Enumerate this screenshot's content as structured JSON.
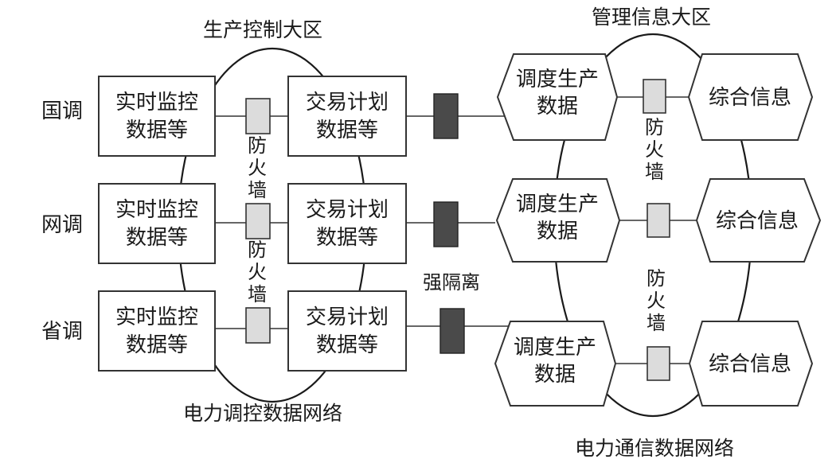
{
  "diagram": {
    "zones": {
      "production": "生产控制大区",
      "management": "管理信息大区"
    },
    "networks": {
      "dispatch": "电力调控数据网络",
      "communication": "电力通信数据网络"
    },
    "isolation_label": "强隔离",
    "firewall_label": [
      "防",
      "火",
      "墙"
    ],
    "rows": [
      {
        "level": "国调",
        "monitor": [
          "实时监控",
          "数据等"
        ],
        "trade": [
          "交易计划",
          "数据等"
        ],
        "dispatch_data": [
          "调度生产",
          "数据"
        ],
        "info": "综合信息"
      },
      {
        "level": "网调",
        "monitor": [
          "实时监控",
          "数据等"
        ],
        "trade": [
          "交易计划",
          "数据等"
        ],
        "dispatch_data": [
          "调度生产",
          "数据"
        ],
        "info": "综合信息"
      },
      {
        "level": "省调",
        "monitor": [
          "实时监控",
          "数据等"
        ],
        "trade": [
          "交易计划",
          "数据等"
        ],
        "dispatch_data": [
          "调度生产",
          "数据"
        ],
        "info": "综合信息"
      }
    ]
  }
}
